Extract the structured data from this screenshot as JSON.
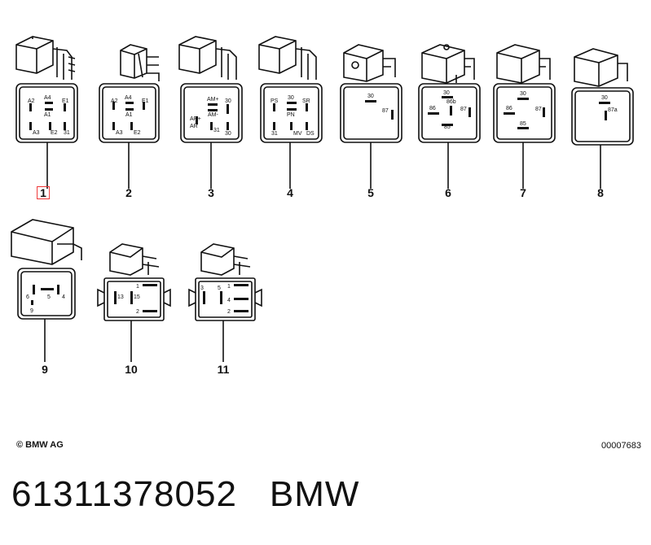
{
  "diagram": {
    "items": [
      {
        "label": "1",
        "selected": true,
        "pins": [
          "A2",
          "A4",
          "E1",
          "A1",
          "A3",
          "E2",
          "31"
        ]
      },
      {
        "label": "2",
        "pins": [
          "A2",
          "A4",
          "E1",
          "A1",
          "A3",
          "E2"
        ]
      },
      {
        "label": "3",
        "pins": [
          "AM+",
          "30",
          "AM-",
          "AR+",
          "AR",
          "31",
          "30"
        ]
      },
      {
        "label": "4",
        "pins": [
          "PS",
          "30",
          "SR",
          "PN",
          "31",
          "MV",
          "DS"
        ]
      },
      {
        "label": "5",
        "pins": [
          "30",
          "87"
        ]
      },
      {
        "label": "6",
        "pins": [
          "30",
          "86b",
          "86",
          "87",
          "85"
        ]
      },
      {
        "label": "7",
        "pins": [
          "30",
          "86",
          "87",
          "85"
        ]
      },
      {
        "label": "8",
        "pins": [
          "30",
          "87a"
        ]
      },
      {
        "label": "9",
        "pins": [
          "6",
          "5",
          "4",
          "9"
        ]
      },
      {
        "label": "10",
        "pins": [
          "13",
          "15",
          "1",
          "2"
        ]
      },
      {
        "label": "11",
        "pins": [
          "3",
          "5",
          "1",
          "4",
          "2"
        ]
      }
    ]
  },
  "footer": {
    "copyright": "© BMW AG",
    "doc_number": "00007683",
    "part_number": "61311378052",
    "brand": "BMW"
  }
}
